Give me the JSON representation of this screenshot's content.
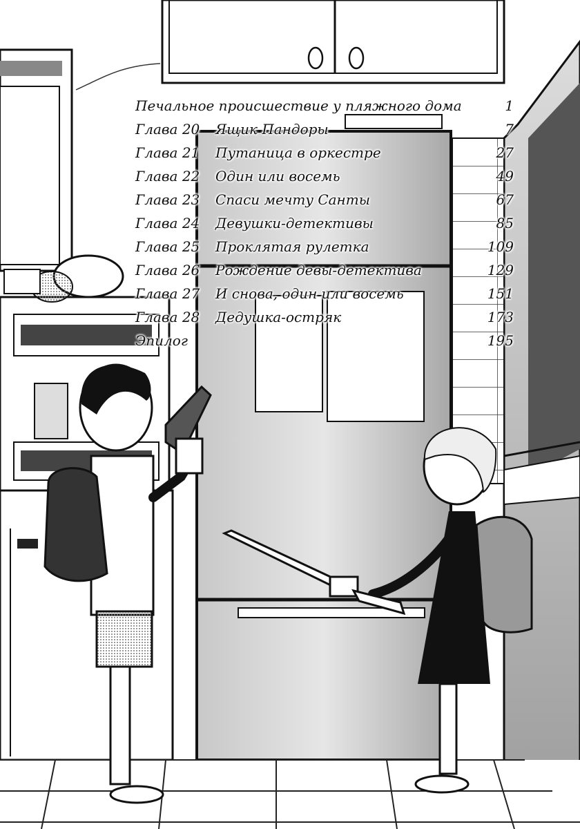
{
  "toc": {
    "entries": [
      {
        "chapter": "",
        "title": "Печальное происшествие у пляжного дома",
        "page": "1"
      },
      {
        "chapter": "Глава 20",
        "title": "Ящик Пандоры",
        "page": "7"
      },
      {
        "chapter": "Глава 21",
        "title": "Путаница в оркестре",
        "page": "27"
      },
      {
        "chapter": "Глава 22",
        "title": "Один или восемь",
        "page": "49"
      },
      {
        "chapter": "Глава 23",
        "title": "Спаси мечту Санты",
        "page": "67"
      },
      {
        "chapter": "Глава 24",
        "title": "Девушки-детективы",
        "page": "85"
      },
      {
        "chapter": "Глава 25",
        "title": "Проклятая рулетка",
        "page": "109"
      },
      {
        "chapter": "Глава 26",
        "title": "Рождение девы-детектива",
        "page": "129"
      },
      {
        "chapter": "Глава 27",
        "title": "И снова, один или восемь",
        "page": "151"
      },
      {
        "chapter": "Глава 28",
        "title": "Дедушка-остряк",
        "page": "173"
      },
      {
        "chapter": "",
        "title": "Эпилог",
        "page": "195"
      }
    ]
  },
  "colors": {
    "ink": "#111111",
    "paper": "#ffffff",
    "screentone": "#9a9a9a"
  },
  "illustration": {
    "boy_props": [
      "backpack",
      "toy-gun"
    ],
    "girl_props": [
      "backpack",
      "toy-sword"
    ]
  }
}
